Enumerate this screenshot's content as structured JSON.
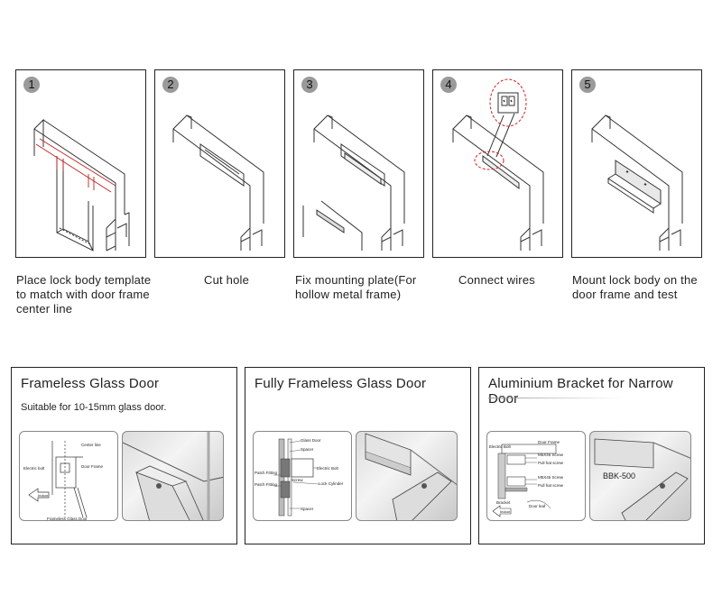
{
  "steps": [
    {
      "number": "1",
      "caption": "Place lock body template\nto match with door frame\ncenter line"
    },
    {
      "number": "2",
      "caption": "Cut hole"
    },
    {
      "number": "3",
      "caption": "Fix mounting plate(For\nhollow metal frame)"
    },
    {
      "number": "4",
      "caption": "Connect wires"
    },
    {
      "number": "5",
      "caption": "Mount lock body on the\ndoor frame and test"
    }
  ],
  "panels": [
    {
      "title": "Frameless Glass Door",
      "subtitle": "Suitable for 10-15mm glass door.",
      "labels": {
        "center_line": "Center line",
        "door_frame": "Door Frame",
        "electric_bolt": "Electric bolt",
        "indoor": "Indoor",
        "glass_door": "Frameless Glass Door"
      }
    },
    {
      "title": "Fully Frameless Glass Door",
      "labels": {
        "glass_door": "Glass Door",
        "spacer_top": "Spacer",
        "electric_bolt": "Electric Bolt",
        "patch_fitting_1": "Patch Fitting",
        "patch_fitting_2": "Patch Fitting",
        "lock_cylinder": "Lock Cylinder",
        "screw": "Screw",
        "spacer_bottom": "Spacer"
      }
    },
    {
      "title": "Aluminium Bracket for Narrow Door",
      "model": "BBK-500",
      "labels": {
        "door_frame": "Door Frame",
        "electric_bolt": "Electric Bolt",
        "screw_1": "M5X45 Screw",
        "pull_hat_1": "Pull hat screw",
        "screw_2": "M5X45 Screw",
        "pull_hat_2": "Pull hat screw",
        "bracket": "Bracket",
        "door_leaf": "Door leaf",
        "indoor": "Indoor"
      }
    }
  ]
}
